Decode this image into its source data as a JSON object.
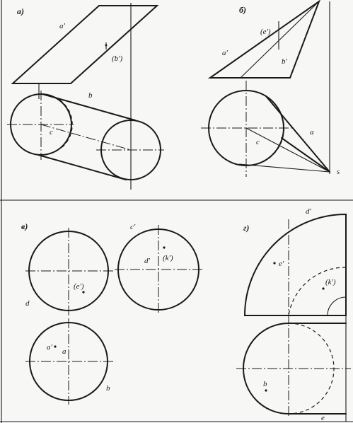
{
  "panels": {
    "a": {
      "label": "a)",
      "points": [
        "a'",
        "(b')",
        "b",
        "c"
      ]
    },
    "b": {
      "label": "б)",
      "points": [
        "(e')",
        "b'",
        "a'",
        "a",
        "c",
        "s"
      ]
    },
    "c": {
      "label": "в)",
      "points": [
        "c'",
        "(k')",
        "d'",
        "(e')",
        "a'",
        "d",
        "a",
        "b"
      ]
    },
    "d": {
      "label": "г)",
      "points": [
        "d'",
        "e'",
        "(k')",
        "b",
        "e"
      ]
    }
  }
}
